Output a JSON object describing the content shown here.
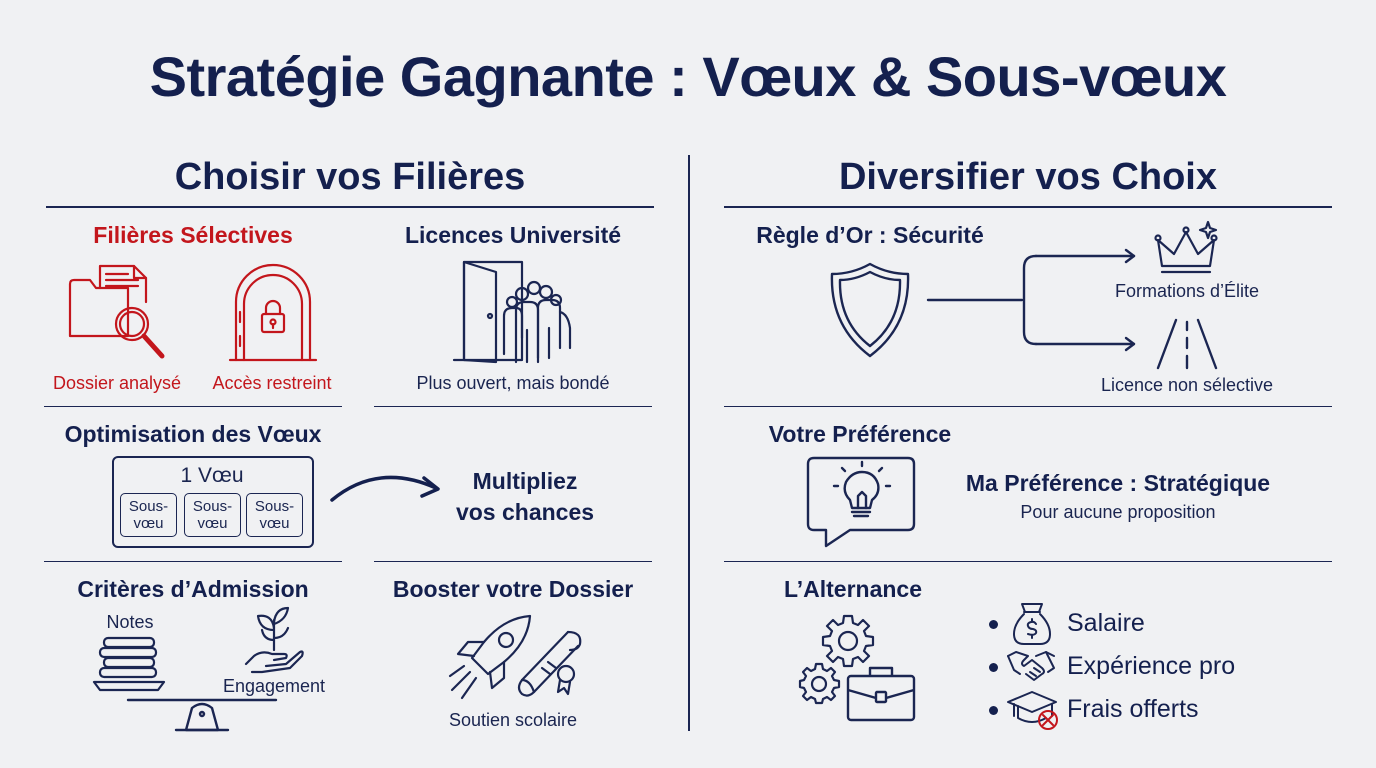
{
  "title": "Stratégie Gagnante : Vœux & Sous-vœux",
  "left": {
    "heading": "Choisir vos Filières",
    "selective": {
      "title": "Filières Sélectives",
      "cap1": "Dossier analysé",
      "cap2": "Accès restreint"
    },
    "licences": {
      "title": "Licences Université",
      "cap": "Plus ouvert, mais bondé"
    },
    "optim": {
      "title": "Optimisation des Vœux",
      "box_label": "1 Vœu",
      "sub1": "Sous-\nvœu",
      "sub2": "Sous-\nvœu",
      "sub3": "Sous-\nvœu",
      "multiply_line1": "Multipliez",
      "multiply_line2": "vos chances"
    },
    "criteres": {
      "title": "Critères d’Admission",
      "notes": "Notes",
      "engagement": "Engagement"
    },
    "booster": {
      "title": "Booster votre Dossier",
      "cap": "Soutien scolaire"
    }
  },
  "right": {
    "heading": "Diversifier vos Choix",
    "regle": {
      "title": "Règle d’Or : Sécurité",
      "elite": "Formations d’Élite",
      "licence": "Licence non sélective"
    },
    "preference": {
      "title": "Votre Préférence",
      "main": "Ma Préférence : Stratégique",
      "sub": "Pour aucune proposition"
    },
    "alternance": {
      "title": "L’Alternance",
      "items": [
        "Salaire",
        "Expérience pro",
        "Frais offerts"
      ]
    }
  },
  "colors": {
    "navy": "#14204e",
    "red": "#c3161c",
    "background": "#f0f1f3"
  },
  "icons": [
    "folder-magnifier-icon",
    "locked-arch-door-icon",
    "open-door-crowd-icon",
    "arrow-curve-icon",
    "books-stack-icon",
    "plant-hand-icon",
    "balance-scale-icon",
    "rocket-icon",
    "diploma-icon",
    "shield-icon",
    "crown-icon",
    "road-icon",
    "lightbulb-speech-icon",
    "gears-icon",
    "briefcase-icon",
    "money-bag-icon",
    "handshake-icon",
    "graduation-cap-icon"
  ]
}
